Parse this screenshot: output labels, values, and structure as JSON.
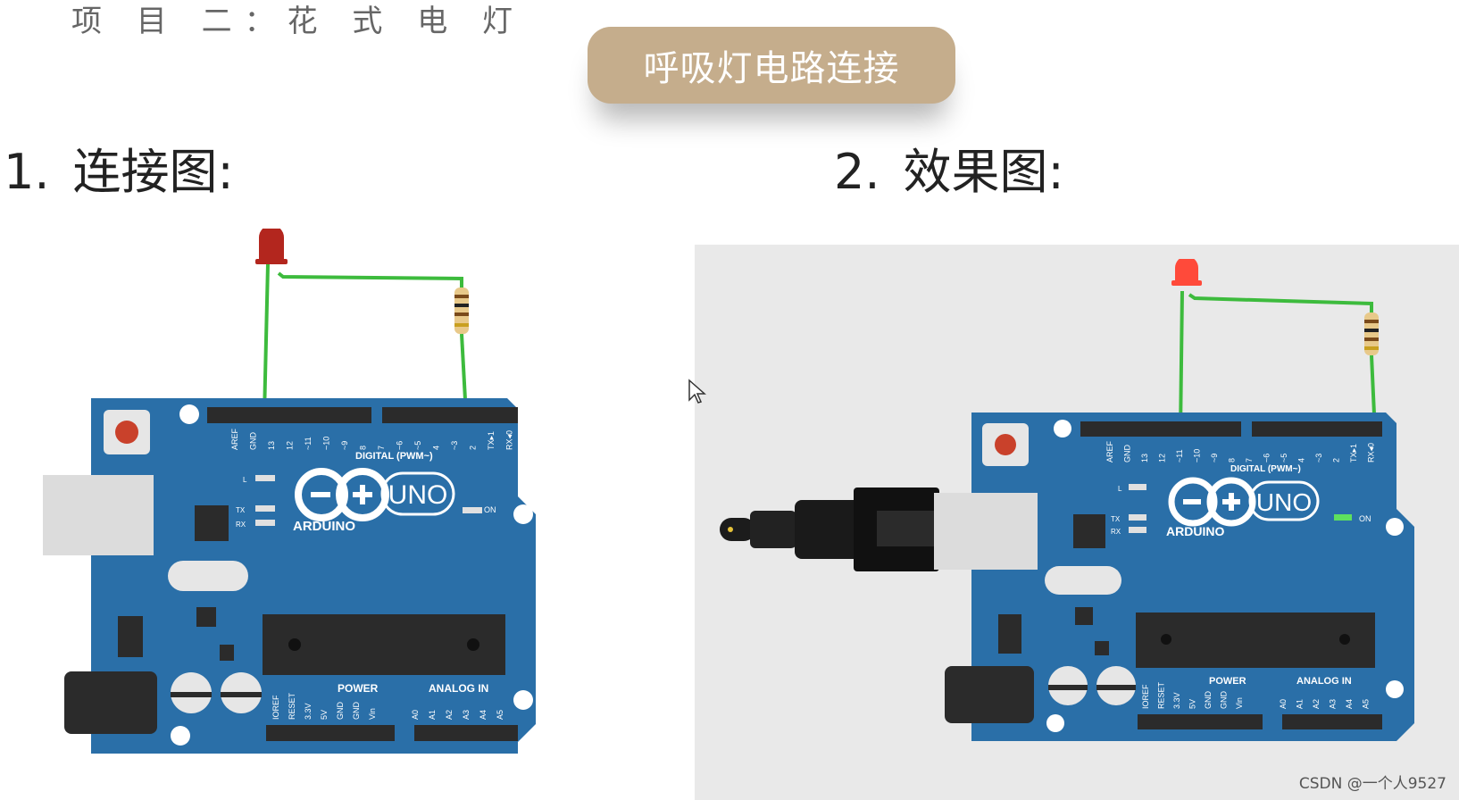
{
  "header": {
    "course": "项 目 二：花 式 电 灯"
  },
  "title": "呼吸灯电路连接",
  "sections": [
    {
      "number": "1.",
      "label": "连接图:"
    },
    {
      "number": "2.",
      "label": "效果图:"
    }
  ],
  "board": {
    "brand": "ARDUINO",
    "model": "UNO",
    "digital_label": "DIGITAL (PWM~)",
    "power_label": "POWER",
    "analog_label": "ANALOG IN",
    "on_label": "ON",
    "l_label": "L",
    "tx_label": "TX",
    "rx_label": "RX",
    "digital_pins": [
      "AREF",
      "GND",
      "13",
      "12",
      "~11",
      "~10",
      "~9",
      "8",
      "7",
      "~6",
      "~5",
      "4",
      "~3",
      "2",
      "TX▸1",
      "RX◂0"
    ],
    "power_pins": [
      "IOREF",
      "RESET",
      "3.3V",
      "5V",
      "GND",
      "GND",
      "Vin"
    ],
    "analog_pins": [
      "A0",
      "A1",
      "A2",
      "A3",
      "A4",
      "A5"
    ]
  },
  "colors": {
    "board": "#2a6fa8",
    "board_dark": "#1f5a8c",
    "pill": "#c5ad8c",
    "wire": "#3dbb3d",
    "led_off": "#b3261e",
    "led_on": "#ff4a3a"
  },
  "watermark": "CSDN @一个人9527"
}
